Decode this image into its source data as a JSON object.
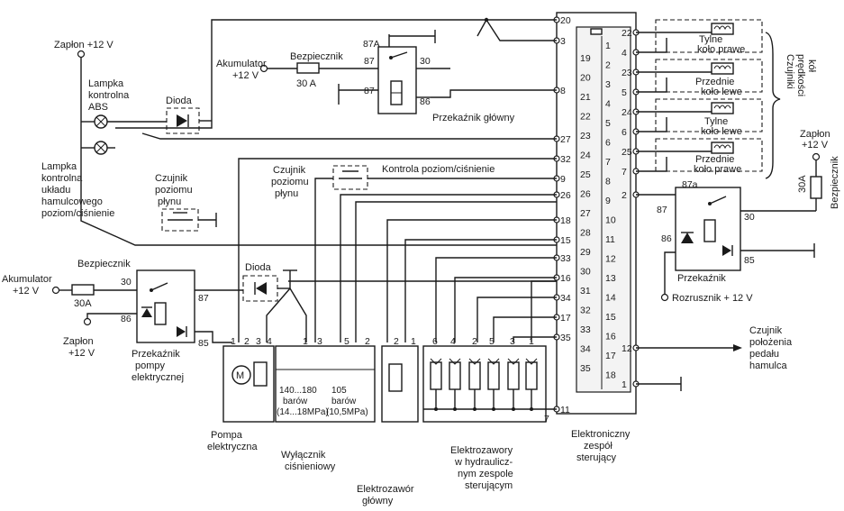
{
  "labels": {
    "zaplon_top_left": "Zapłon +12 V",
    "lampka_abs": [
      "Lampka",
      "kontrolna",
      "ABS"
    ],
    "dioda_top": "Dioda",
    "akumulator_top": [
      "Akumulator",
      "+12 V"
    ],
    "bezpiecznik_top": "Bezpiecznik",
    "fuse_30a_top": "30 A",
    "przekaznik_glowny": "Przekaźnik główny",
    "lampka_uklad": [
      "Lampka",
      "kontrolna",
      "układu",
      "hamulcowego",
      "poziom/ciśnienie"
    ],
    "czujnik_poziomu_left": [
      "Czujnik",
      "poziomu",
      "płynu"
    ],
    "czujnik_poziomu_mid": [
      "Czujnik",
      "poziomu",
      "płynu"
    ],
    "kontrola": "Kontrola poziom/ciśnienie",
    "bezpiecznik_left": "Bezpiecznik",
    "akumulator_left": [
      "Akumulator",
      "+12 V"
    ],
    "fuse_30a_left": "30A",
    "zaplon_left": [
      "Zapłon",
      "+12 V"
    ],
    "przekaznik_pompy": [
      "Przekaźnik",
      "pompy",
      "elektrycznej"
    ],
    "dioda_mid": "Dioda",
    "pompa": [
      "Pompa",
      "elektryczna"
    ],
    "barow_1": [
      "140...180",
      "barów",
      "(14...18MPa)"
    ],
    "barow_2": [
      "105",
      "barów",
      "(10,5MPa)"
    ],
    "wylacznik": [
      "Wyłącznik",
      "ciśnieniowy"
    ],
    "elektrozawor_glowny": [
      "Elektrozawór",
      "główny"
    ],
    "elektrozawory": [
      "Elektrozawory",
      "w hydraulicz-",
      "nym zespole",
      "sterującym"
    ],
    "ecu": [
      "Elektroniczny",
      "zespół",
      "sterujący"
    ],
    "tylne_prawe": [
      "Tylne",
      "koło prawe"
    ],
    "przednie_lewe": [
      "Przednie",
      "koło lewe"
    ],
    "tylne_lewe": [
      "Tylne",
      "koło lewe"
    ],
    "przednie_prawe": [
      "Przednie",
      "koło prawe"
    ],
    "czujniki_predkosci": [
      "Czujniki",
      "prędkości",
      "kół"
    ],
    "zaplon_right": [
      "Zapłon",
      "+12 V"
    ],
    "fuse_30a_right": "30A",
    "bezpiecznik_right": "Bezpiecznik",
    "przekaznik_right": "Przekaźnik",
    "rozrusznik": "Rozrusznik + 12 V",
    "czujnik_pedalu": [
      "Czujnik",
      "położenia",
      "pedału",
      "hamulca"
    ]
  },
  "relay_pins": {
    "main": [
      "87A",
      "87",
      "30",
      "87",
      "86"
    ],
    "pump": [
      "30",
      "87",
      "86",
      "85"
    ],
    "right": [
      "87a",
      "87",
      "30",
      "86",
      "85"
    ]
  },
  "ecu_pins_left": [
    "20",
    "3",
    "8",
    "27",
    "32",
    "9",
    "26",
    "18",
    "15",
    "33",
    "16",
    "34",
    "17",
    "35",
    "11"
  ],
  "ecu_pins_right": [
    "22",
    "4",
    "23",
    "5",
    "24",
    "6",
    "25",
    "7",
    "2",
    "12",
    "1"
  ],
  "ecu_inner_col1": [
    "19",
    "20",
    "21",
    "22",
    "23",
    "24",
    "25",
    "26",
    "27",
    "28",
    "29",
    "30",
    "31",
    "32",
    "33",
    "34",
    "35"
  ],
  "ecu_inner_col2": [
    "1",
    "2",
    "3",
    "4",
    "5",
    "6",
    "7",
    "8",
    "9",
    "10",
    "11",
    "12",
    "13",
    "14",
    "15",
    "16",
    "17",
    "18"
  ],
  "component_pins": {
    "pump_top": [
      "1",
      "2",
      "3",
      "4"
    ],
    "switch_top": [
      "1",
      "3",
      "5",
      "2"
    ],
    "main_valve_top": [
      "2",
      "1"
    ],
    "valves_top": [
      "6",
      "4",
      "2",
      "5",
      "3",
      "1"
    ],
    "valve_bottom": "7"
  }
}
